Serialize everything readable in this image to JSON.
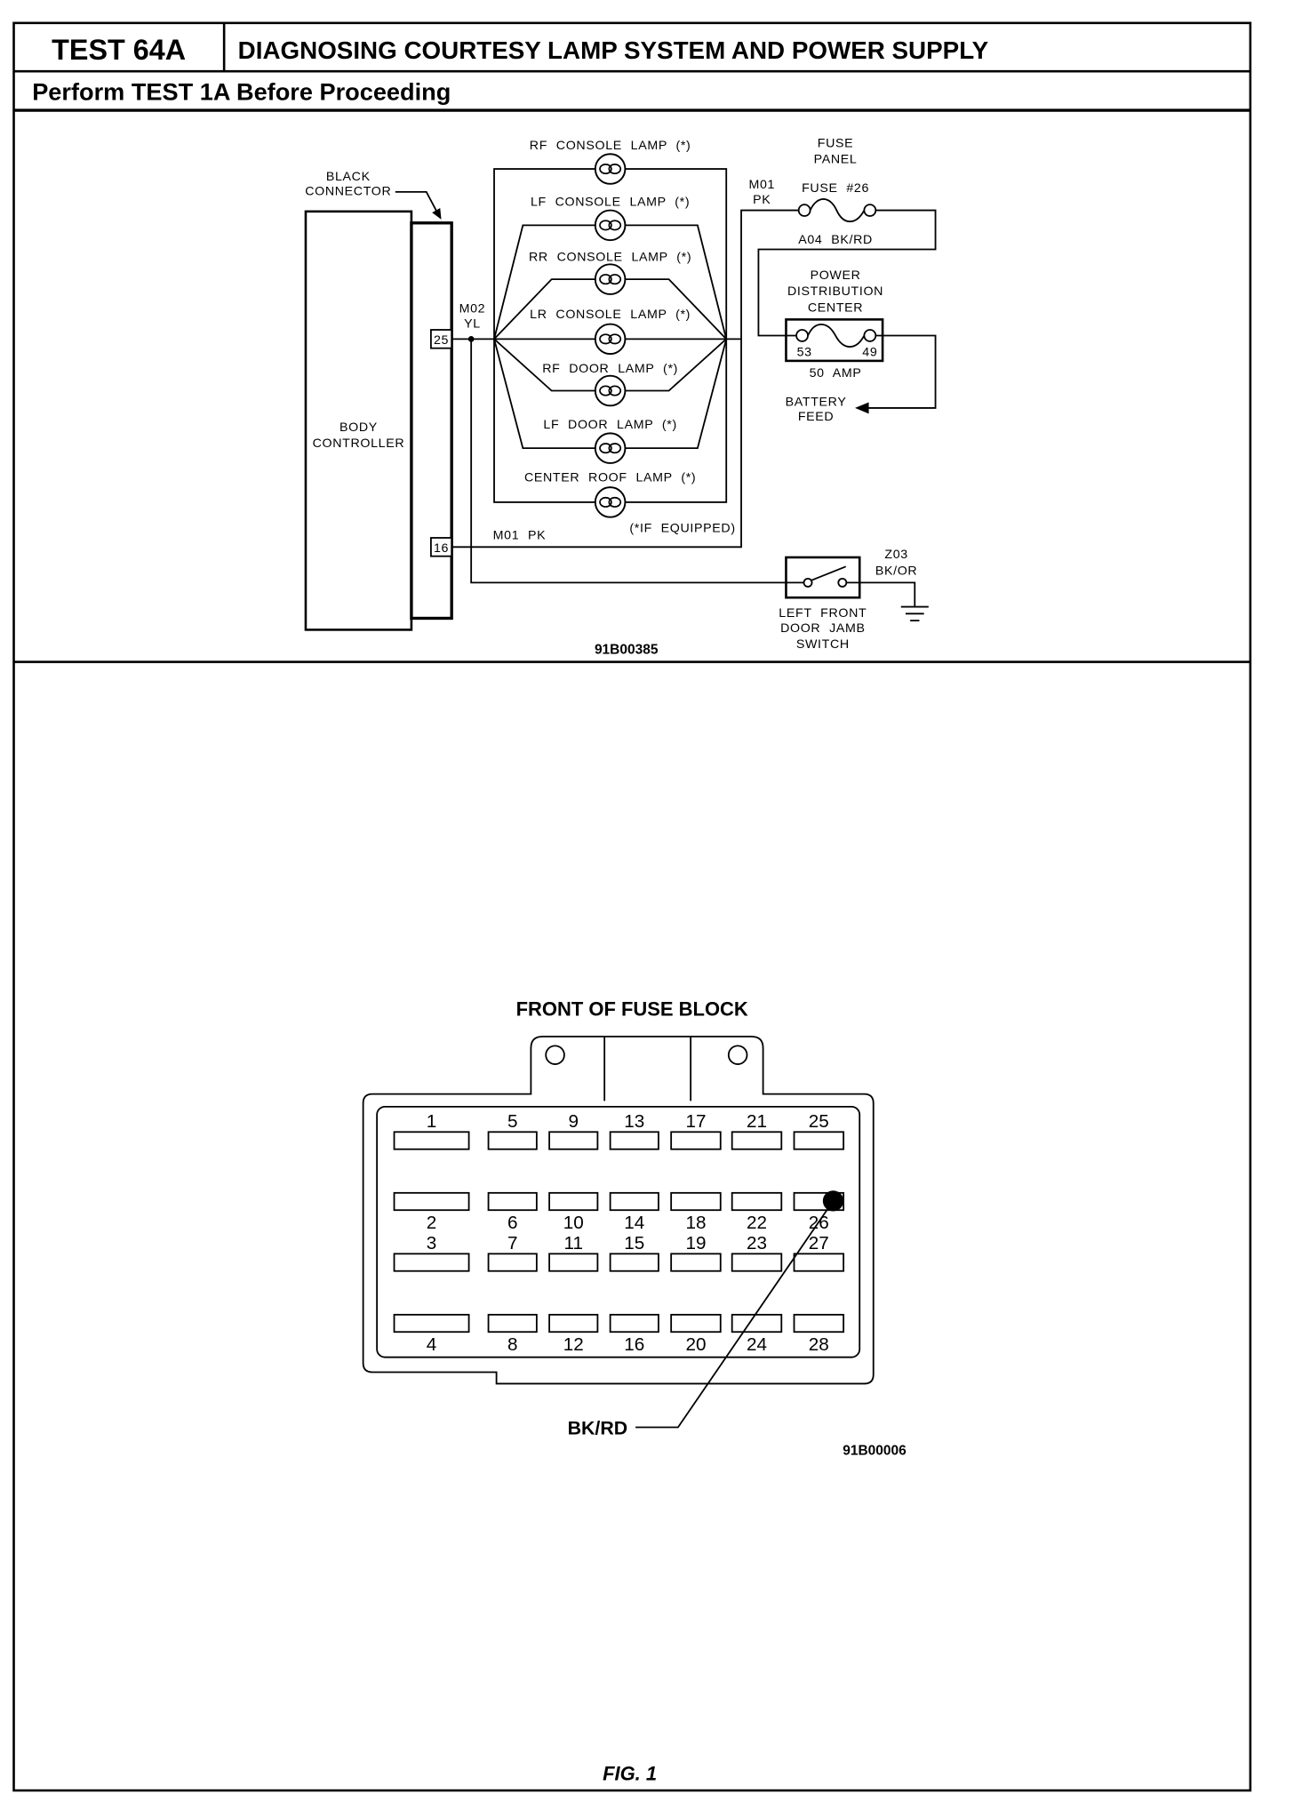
{
  "header": {
    "test_id": "TEST 64A",
    "title": "DIAGNOSING COURTESY LAMP SYSTEM AND POWER SUPPLY",
    "prerequisite": "Perform TEST 1A Before Proceeding"
  },
  "schematic": {
    "black_connector": [
      "BLACK",
      "CONNECTOR"
    ],
    "body_controller": [
      "BODY",
      "CONTROLLER"
    ],
    "pin_25": "25",
    "pin_16": "16",
    "m02_circuit": [
      "M02",
      "YL"
    ],
    "m01_circuit_bottom": "M01 PK",
    "m01_circuit_top": [
      "M01",
      "PK"
    ],
    "lamps": [
      "RF CONSOLE LAMP (*)",
      "LF CONSOLE LAMP (*)",
      "RR CONSOLE LAMP (*)",
      "LR CONSOLE LAMP (*)",
      "RF DOOR LAMP (*)",
      "LF DOOR LAMP (*)",
      "CENTER ROOF LAMP (*)"
    ],
    "if_equipped_note": "(*IF EQUIPPED)",
    "fuse_panel": [
      "FUSE",
      "PANEL"
    ],
    "fuse_26": "FUSE #26",
    "a04_circuit": "A04 BK/RD",
    "power_distribution_center": [
      "POWER",
      "DISTRIBUTION",
      "CENTER"
    ],
    "pdc_terminals": [
      "53",
      "49"
    ],
    "pdc_fuse_rating": "50 AMP",
    "battery_feed": [
      "BATTERY",
      "FEED"
    ],
    "z03_circuit": [
      "Z03",
      "BK/OR"
    ],
    "door_jamb_switch": [
      "LEFT FRONT",
      "DOOR JAMB",
      "SWITCH"
    ],
    "drawing_number": "91B00385"
  },
  "fuse_block": {
    "title": "FRONT OF FUSE BLOCK",
    "rows": [
      [
        "1",
        "5",
        "9",
        "13",
        "17",
        "21",
        "25"
      ],
      [
        "2",
        "6",
        "10",
        "14",
        "18",
        "22",
        "26"
      ],
      [
        "3",
        "7",
        "11",
        "15",
        "19",
        "23",
        "27"
      ],
      [
        "4",
        "8",
        "12",
        "16",
        "20",
        "24",
        "28"
      ]
    ],
    "probe_slot": 26,
    "probe_wire": "BK/RD",
    "drawing_number": "91B00006"
  },
  "figure_caption": "FIG. 1"
}
